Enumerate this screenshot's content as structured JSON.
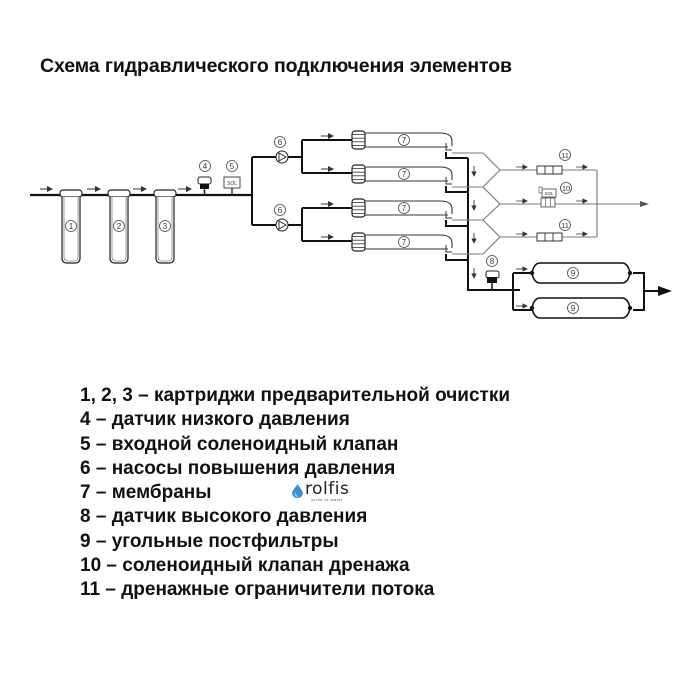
{
  "title": "Схема гидравлического подключения элементов",
  "diagram": {
    "labels": {
      "c1": "1",
      "c2": "2",
      "c3": "3",
      "lp_sensor": "4",
      "inlet_solenoid": "5",
      "pump_top": "6",
      "pump_bottom": "6",
      "membrane_1": "7",
      "membrane_2": "7",
      "membrane_3": "7",
      "membrane_4": "7",
      "hp_sensor": "8",
      "postfilter_top": "9",
      "postfilter_bottom": "9",
      "drain_solenoid": "10",
      "restrictor_top": "11",
      "restrictor_bottom": "11"
    },
    "sol_text": "SOL"
  },
  "legend": [
    "1, 2, 3 – картриджи предварительной очистки",
    "4 – датчик низкого давления",
    "5 – входной соленоидный клапан",
    "6 –  насосы повышения давления",
    "7 – мембраны",
    "8 – датчик высокого давления",
    "9 – угольные постфильтры",
    "10 – соленоидный клапан дренажа",
    "11 – дренажные ограничители потока"
  ],
  "logo": {
    "text": "rolfis",
    "subtext": "pride of water",
    "drop_color": "#3b8fd9"
  }
}
